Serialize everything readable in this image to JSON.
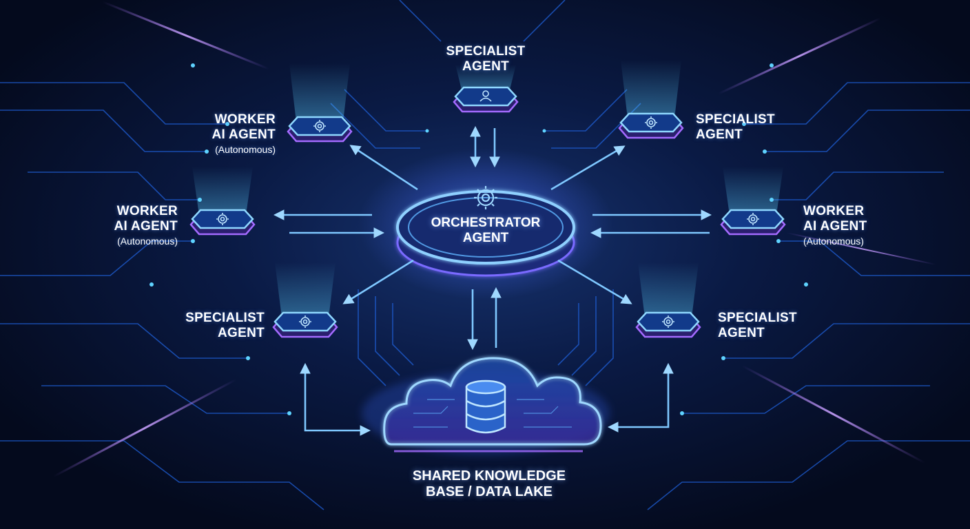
{
  "colors": {
    "background": "#050d24",
    "circuit_blue": "#1f5fd6",
    "glow_cyan": "#5fd3ff",
    "glow_violet": "#a46bff",
    "arrow": "#7fc8ff"
  },
  "orchestrator": {
    "line1": "ORCHESTRATOR",
    "line2": "AGENT",
    "icon": "gear-icon"
  },
  "knowledge_base": {
    "line1": "SHARED KNOWLEDGE",
    "line2": "BASE / DATA LAKE",
    "icon": "database-cloud-icon"
  },
  "agents": {
    "top": {
      "line1": "SPECIALIST",
      "line2": "AGENT",
      "icon": "user-icon"
    },
    "top_left": {
      "line1": "WORKER",
      "line2": "AI AGENT",
      "sub": "(Autonomous)",
      "icon": "gear-icon"
    },
    "top_right": {
      "line1": "SPECIALIST",
      "line2": "AGENT",
      "icon": "gears-icon"
    },
    "mid_left": {
      "line1": "WORKER",
      "line2": "AI AGENT",
      "sub": "(Autonomous)",
      "icon": "gear-icon"
    },
    "mid_right": {
      "line1": "WORKER",
      "line2": "AI AGENT",
      "sub": "(Autonomous)",
      "icon": "gear-icon"
    },
    "bottom_left": {
      "line1": "SPECIALIST",
      "line2": "AGENT",
      "icon": "gears-icon"
    },
    "bottom_right": {
      "line1": "SPECIALIST",
      "line2": "AGENT",
      "icon": "gears-icon"
    }
  }
}
